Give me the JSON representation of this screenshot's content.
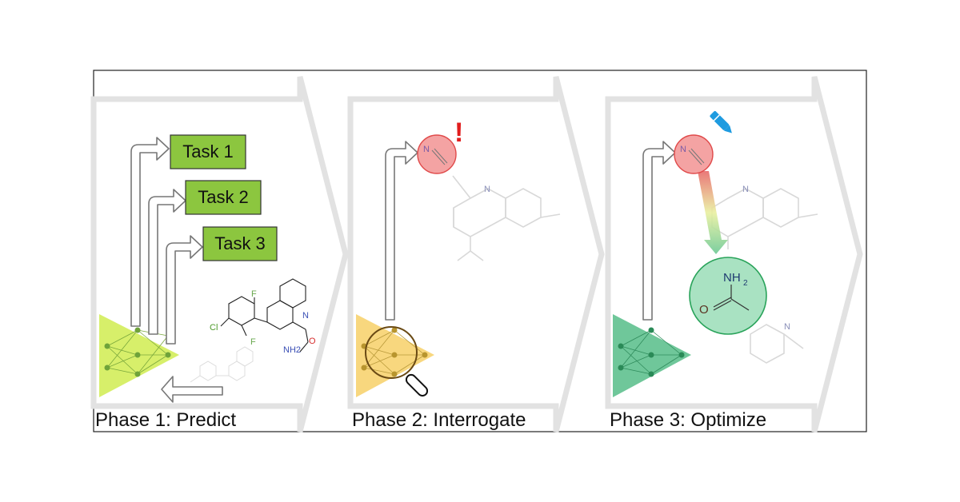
{
  "phases": [
    {
      "label": "Phase 1: Predict",
      "tasks": [
        "Task 1",
        "Task 2",
        "Task 3"
      ]
    },
    {
      "label": "Phase 2: Interrogate",
      "alert": "!"
    },
    {
      "label": "Phase 3: Optimize"
    }
  ],
  "molecule_atoms": {
    "nitrogen": "N",
    "fluorine": "F",
    "chlorine": "Cl",
    "oxygen": "O",
    "amide": "NH",
    "amide_sub": "2",
    "amide_short": "NH2"
  },
  "colors": {
    "task_box": "#8cc63f",
    "phase1_network": "#d7ef6a",
    "phase2_network": "#f8d77e",
    "phase3_network": "#6fc79a",
    "highlight_red": "#f4a3a3",
    "highlight_green": "#a9e2c2",
    "alert_red": "#e11d1d",
    "pencil_blue": "#1e9be0",
    "chevron_gray": "#e3e3e3"
  },
  "icons": [
    "magnifier-icon",
    "pencil-icon",
    "network-icon",
    "arrow-icon"
  ]
}
